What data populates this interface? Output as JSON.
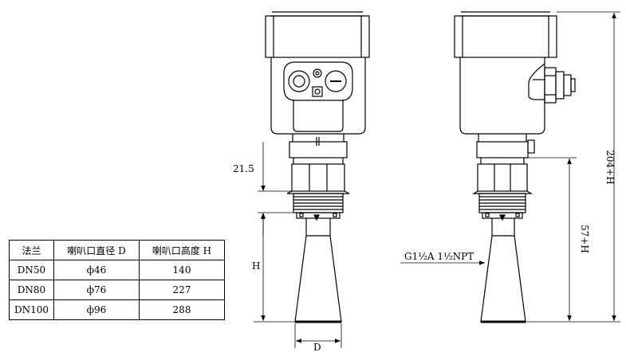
{
  "table": {
    "headers": [
      "法兰",
      "喇叭口直径 D",
      "喇叭口高度 H"
    ],
    "rows": [
      [
        "DN50",
        "ф46",
        "140"
      ],
      [
        "DN80",
        "ф76",
        "227"
      ],
      [
        "DN100",
        "ф96",
        "288"
      ]
    ]
  },
  "dimensions": {
    "flange_gap": "21.5",
    "horn_height": "H",
    "horn_diameter": "D",
    "thread": "G1½A 1½NPT",
    "side_lower": "57+H",
    "side_total": "204+H"
  }
}
